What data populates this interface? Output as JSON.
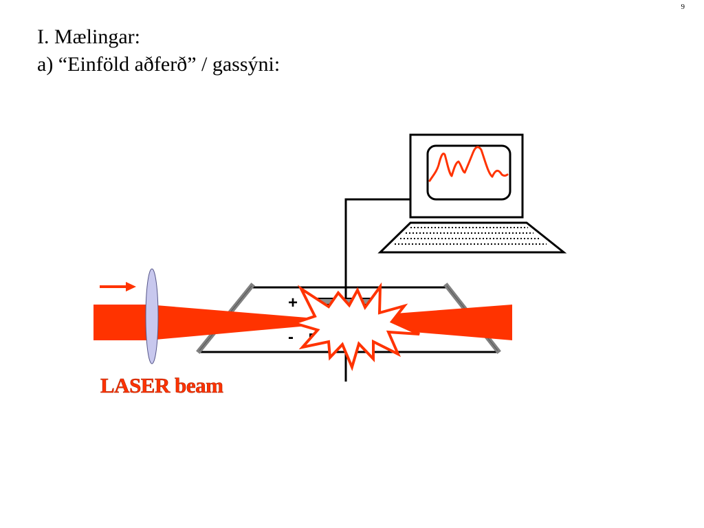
{
  "page_number": "9",
  "title": {
    "line1": "I. Mælingar:",
    "line2": "a) “Einföld aðferð” / gassýni:"
  },
  "diagram": {
    "plus_label": "+",
    "minus_label": "-",
    "laser_label": "LASER beam"
  },
  "colors": {
    "beam": "#ff3300",
    "signal": "#ff3300",
    "label": "#ff3300",
    "lens": "#c8c8ee",
    "electrode": "#909090"
  },
  "icons": [
    "arrow-right-icon",
    "lens-icon",
    "computer-monitor-icon",
    "keyboard-icon",
    "explosion-icon"
  ]
}
